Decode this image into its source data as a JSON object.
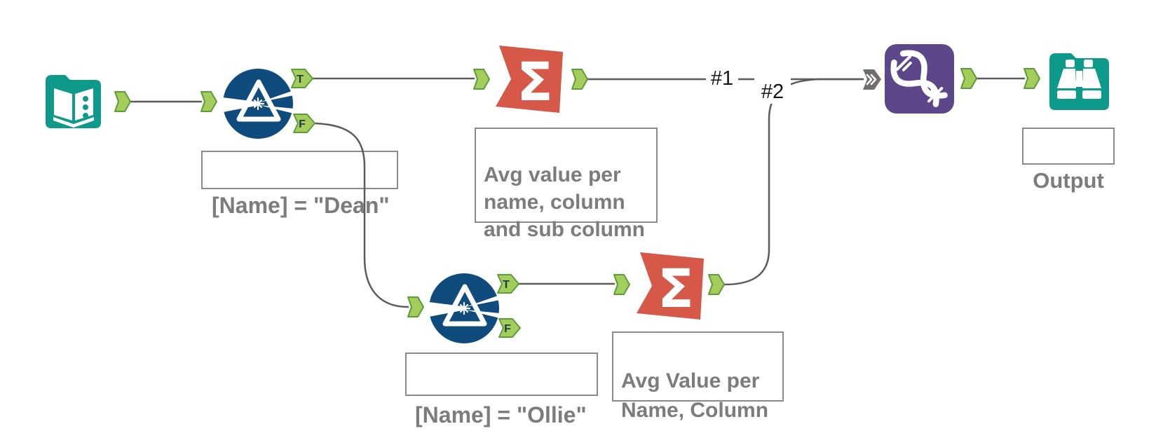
{
  "glyphs": {
    "sigma": "Σ",
    "true": "T",
    "false": "F"
  },
  "connection_labels": {
    "one": "#1",
    "two": "#2"
  },
  "comments": {
    "dean": "[Name] = \"Dean\"",
    "ollie": "[Name] = \"Ollie\"",
    "avg_top": "Avg value per\nname, column\nand sub column",
    "avg_bottom": "Avg Value per\nName, Column",
    "output": "Output"
  },
  "icons": {
    "input_data": "book-folder-icon",
    "filter": "prism-beam-icon",
    "summarize": "sigma-icon",
    "union": "dna-helix-icon",
    "browse": "binoculars-icon"
  },
  "colors": {
    "teal": "#0E9A8B",
    "blue": "#0F4B7D",
    "red": "#D65848",
    "purple": "#5D4689",
    "anchor_fill": "#A5CD5B",
    "anchor_stroke": "#5D9C3A",
    "anchor_gray": "#6E6E6E",
    "line": "#5B5B5B",
    "comment_text": "#7C7C7C",
    "comment_border": "#898989",
    "label_text": "#141414"
  }
}
